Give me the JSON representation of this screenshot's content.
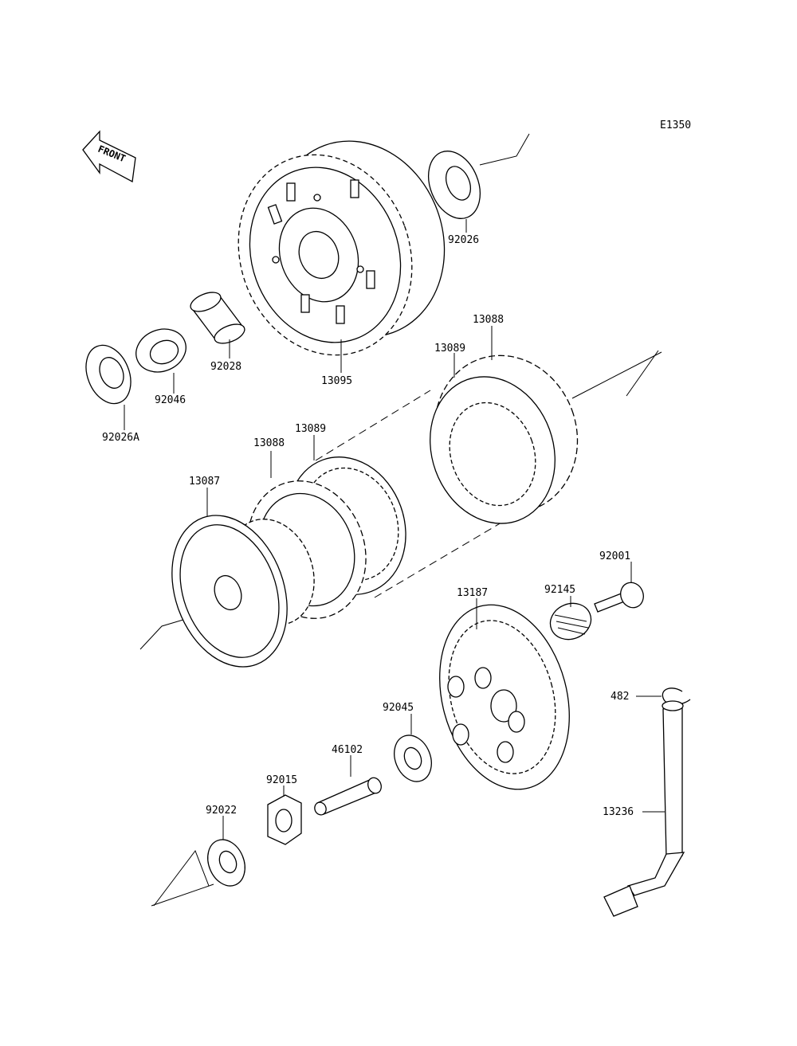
{
  "diagram": {
    "code": "E1350",
    "direction_label": "FRONT",
    "parts": {
      "p92026": "92026",
      "p13095": "13095",
      "p92028": "92028",
      "p92046": "92046",
      "p92026A": "92026A",
      "p13088_top": "13088",
      "p13089_top": "13089",
      "p13089_mid": "13089",
      "p13088_mid": "13088",
      "p13087": "13087",
      "p92001": "92001",
      "p92145": "92145",
      "p13187": "13187",
      "p482": "482",
      "p92045": "92045",
      "p46102": "46102",
      "p92015": "92015",
      "p92022": "92022",
      "p13236": "13236"
    }
  }
}
